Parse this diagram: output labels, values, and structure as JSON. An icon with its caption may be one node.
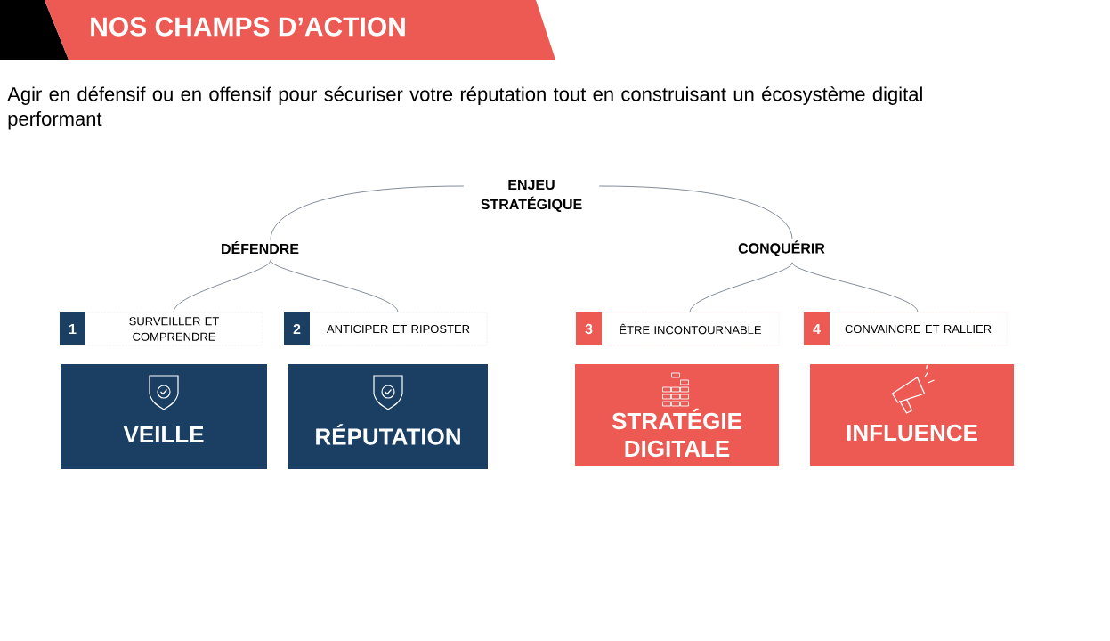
{
  "diagram": {
    "title": "NOS CHAMPS D’ACTION",
    "nodes": [
      {
        "text": [
          "ENJEU STRATÉGIQUE"
        ]
      },
      {
        "text": [
          "DÉFENDRE"
        ]
      },
      {
        "text": [
          "CONQUÉRIR"
        ]
      },
      {
        "text": [
          "1",
          "SURVEILLER ET COMPRENDRE"
        ]
      },
      {
        "text": [
          "2",
          "ANTICIPER ET RIPOSTER"
        ]
      },
      {
        "text": [
          "3",
          "ÊTRE INCONTOURNABLE"
        ]
      },
      {
        "text": [
          "4",
          "CONVAINCRE ET RALLIER"
        ]
      },
      {
        "text": [
          "VEILLE"
        ]
      },
      {
        "text": [
          "RÉPUTATION"
        ]
      },
      {
        "text": [
          "STRATÉGIE DIGITALE"
        ]
      },
      {
        "text": [
          "INFLUENCE"
        ]
      }
    ],
    "edges": [
      {
        "from": 0,
        "to": 1,
        "arrow": "none"
      },
      {
        "from": 0,
        "to": 2,
        "arrow": "none"
      },
      {
        "from": 1,
        "to": 3,
        "arrow": "none"
      },
      {
        "from": 1,
        "to": 4,
        "arrow": "none"
      },
      {
        "from": 2,
        "to": 5,
        "arrow": "none"
      },
      {
        "from": 2,
        "to": 6,
        "arrow": "none"
      }
    ],
    "labels": [
      "Agir en défensif ou en offensif pour sécuriser votre réputation tout en construisant un écosystème digital performant"
    ]
  }
}
